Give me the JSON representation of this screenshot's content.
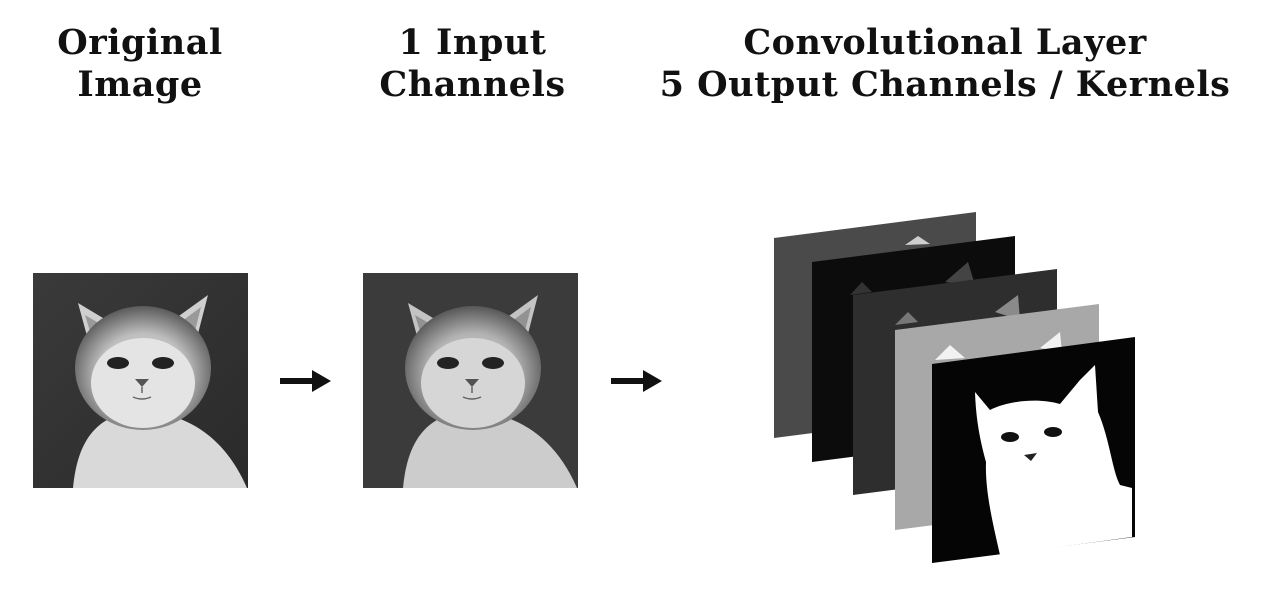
{
  "labels": {
    "original": [
      "Original",
      "Image"
    ],
    "input": [
      "1 Input",
      "Channels"
    ],
    "conv": [
      "Convolutional Layer",
      "5 Output Channels / Kernels"
    ]
  },
  "icons": [
    "right-arrow-icon",
    "right-arrow-icon"
  ],
  "output_channels": 5
}
